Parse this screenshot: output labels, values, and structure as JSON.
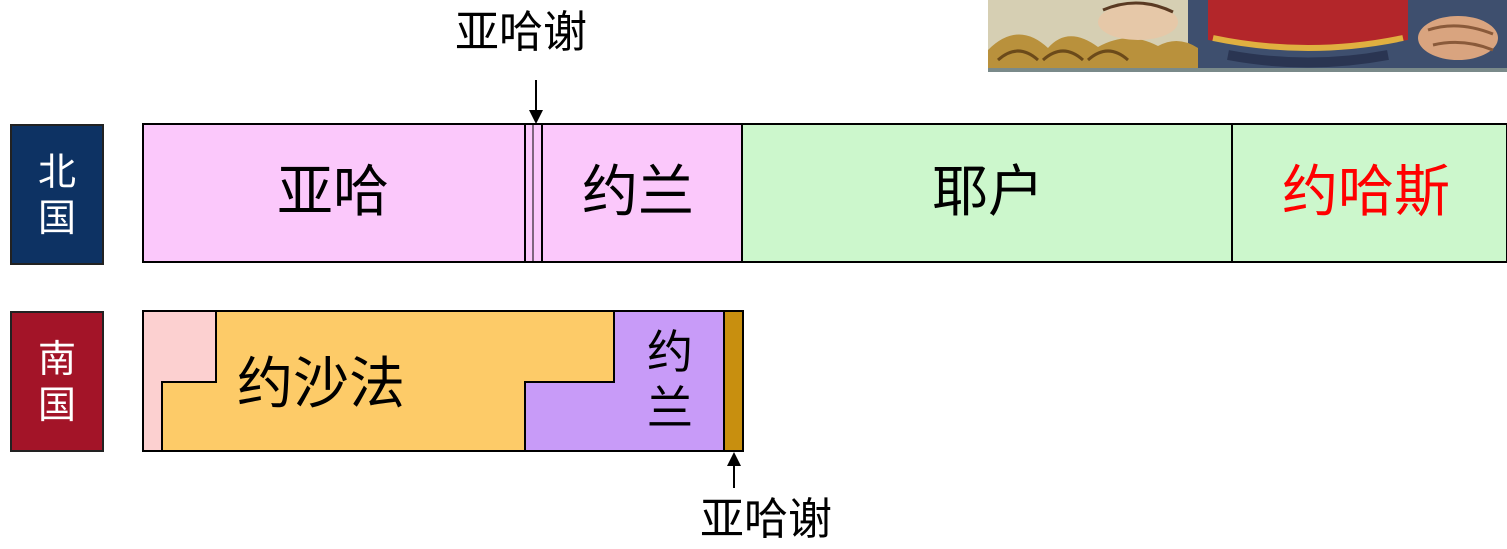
{
  "north": {
    "label_chars": [
      "北",
      "国"
    ],
    "label_bg": "#0d3263",
    "reigns": [
      {
        "name": "亚哈",
        "color": "#000000",
        "bg": "#fbc8fb"
      },
      {
        "name": "亚哈谢",
        "bg": "#fbc8fb"
      },
      {
        "name": "约兰",
        "color": "#000000",
        "bg": "#fbc8fb"
      },
      {
        "name": "耶户",
        "color": "#000000",
        "bg": "#ccf7cc"
      },
      {
        "name": "约哈斯",
        "color": "#ff0000",
        "bg": "#ccf7cc"
      }
    ],
    "annotation": "亚哈谢"
  },
  "south": {
    "label_chars": [
      "南",
      "国"
    ],
    "label_bg": "#a31428",
    "reigns": [
      {
        "name": "",
        "bg": "#fcd0d0"
      },
      {
        "name": "约沙法",
        "color": "#000000",
        "bg": "#fdcb68"
      },
      {
        "name_chars": [
          "约",
          "兰"
        ],
        "color": "#000000",
        "bg": "#c89bf8"
      },
      {
        "name": "亚哈谢",
        "bg": "#c88f0f"
      }
    ],
    "annotation": "亚哈谢"
  },
  "photo": {
    "description_icon": "king-seated-painting-icon"
  }
}
